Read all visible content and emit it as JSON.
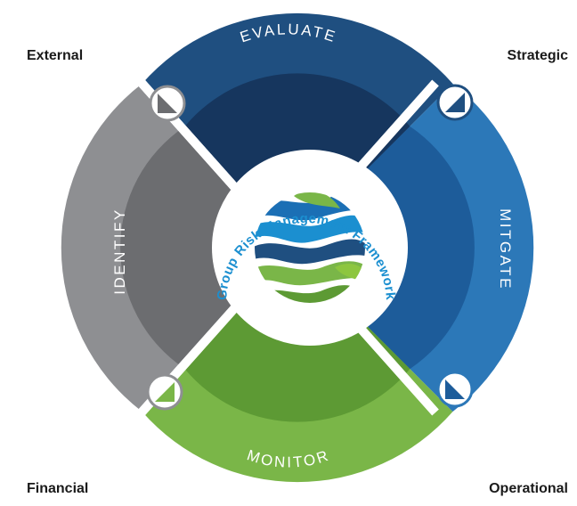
{
  "diagram": {
    "center_title": "Group Risk Management Framework",
    "segments": {
      "top": "EVALUATE",
      "right": "MITGATE",
      "bottom": "MONITOR",
      "left": "IDENTIFY"
    },
    "corners": {
      "top_left": "External",
      "top_right": "Strategic",
      "bottom_left": "Financial",
      "bottom_right": "Operational"
    }
  },
  "colors": {
    "top_outer": "#1f4f80",
    "top_inner": "#16365e",
    "right_outer": "#2c78b8",
    "right_inner": "#1d5c9a",
    "bottom_outer": "#7ab648",
    "bottom_inner": "#5d9a34",
    "left_outer": "#8e8f92",
    "left_inner": "#6c6d70",
    "title_blue": "#1b8fd0"
  }
}
